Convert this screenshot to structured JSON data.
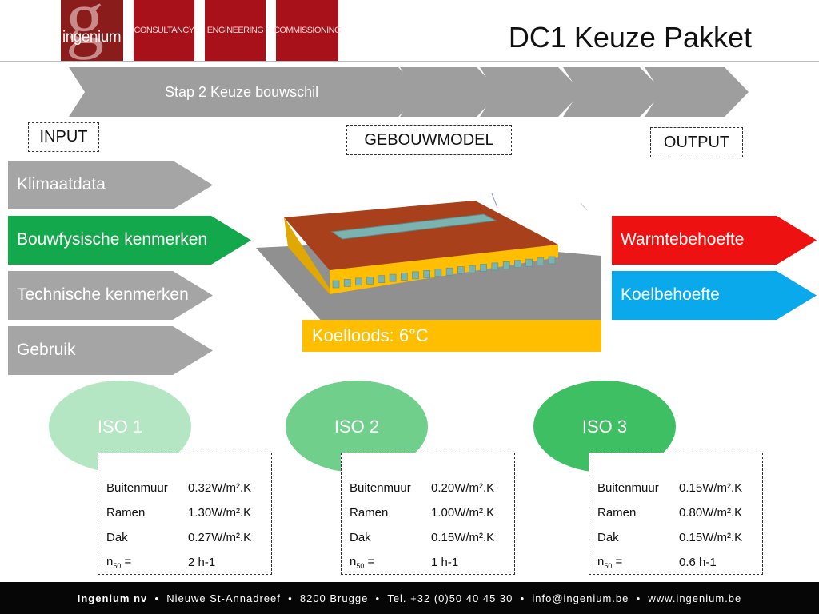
{
  "header": {
    "logo_name": "ingenium",
    "logo_boxes": [
      "CONSULTANCY",
      "ENGINEERING",
      "COMMISSIONING"
    ],
    "title": "DC1 Keuze Pakket"
  },
  "process": {
    "step_label": "Stap 2 Keuze bouwschil"
  },
  "labels": {
    "input": "INPUT",
    "model": "GEBOUWMODEL",
    "output": "OUTPUT"
  },
  "inputs": [
    "Klimaatdata",
    "Bouwfysische kenmerken",
    "Technische kenmerken",
    "Gebruik"
  ],
  "outputs": [
    "Warmtebehoefte",
    "Koelbehoefte"
  ],
  "building_caption": "Koelloods: 6°C",
  "packages": [
    {
      "name": "ISO 1",
      "color": "#b4e6c3",
      "rows": [
        {
          "k": "Buitenmuur",
          "v": "0.32W/m².K"
        },
        {
          "k": "Ramen",
          "v": "1.30W/m².K"
        },
        {
          "k": "Dak",
          "v": "0.27W/m².K"
        },
        {
          "k": "n50 =",
          "v": "2 h-1"
        }
      ]
    },
    {
      "name": "ISO 2",
      "color": "#6fcf8b",
      "rows": [
        {
          "k": "Buitenmuur",
          "v": "0.20W/m².K"
        },
        {
          "k": "Ramen",
          "v": "1.00W/m².K"
        },
        {
          "k": "Dak",
          "v": "0.15W/m².K"
        },
        {
          "k": "n50 =",
          "v": "1 h-1"
        }
      ]
    },
    {
      "name": "ISO 3",
      "color": "#3fbf63",
      "rows": [
        {
          "k": "Buitenmuur",
          "v": "0.15W/m².K"
        },
        {
          "k": "Ramen",
          "v": "0.80W/m².K"
        },
        {
          "k": "Dak",
          "v": "0.15W/m².K"
        },
        {
          "k": "n50 =",
          "v": "0.6 h-1"
        }
      ]
    }
  ],
  "footer": {
    "company": "Ingenium nv",
    "items": [
      "Nieuwe St-Annadreef",
      "8200 Brugge",
      "Tel. +32 (0)50 40 45 30",
      "info@ingenium.be",
      "www.ingenium.be"
    ]
  }
}
